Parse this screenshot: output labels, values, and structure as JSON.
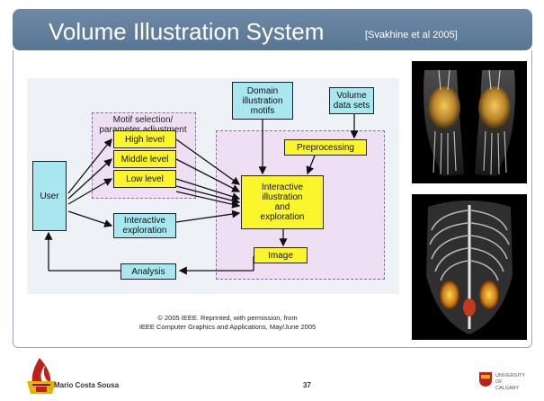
{
  "title": "Volume Illustration System",
  "citation": "[Svakhine et al 2005]",
  "diagram": {
    "motif_group_label": "Motif selection/\nparameter adjustment",
    "nodes": {
      "user": "User",
      "high_level": "High level",
      "middle_level": "Middle level",
      "low_level": "Low level",
      "interactive_exploration": "Interactive\nexploration",
      "domain_motifs": "Domain\nillustration\nmotifs",
      "volume_data": "Volume\ndata sets",
      "preprocessing": "Preprocessing",
      "interactive_illustration": "Interactive\nillustration\nand\nexploration",
      "image": "Image",
      "analysis": "Analysis"
    }
  },
  "credit": "© 2005  IEEE.  Reprinted, with permission, from\nIEEE Computer Graphics and Applications, May/June 2005",
  "footer": {
    "author": "Mario Costa Sousa",
    "page": "37",
    "university_logo_text": "UNIVERSITY OF\nCALGARY"
  },
  "colors": {
    "title_bar": "#587693",
    "cyan_box": "#a9e7f0",
    "yellow_box": "#fbf52b",
    "dashed_region": "#efdff4"
  }
}
